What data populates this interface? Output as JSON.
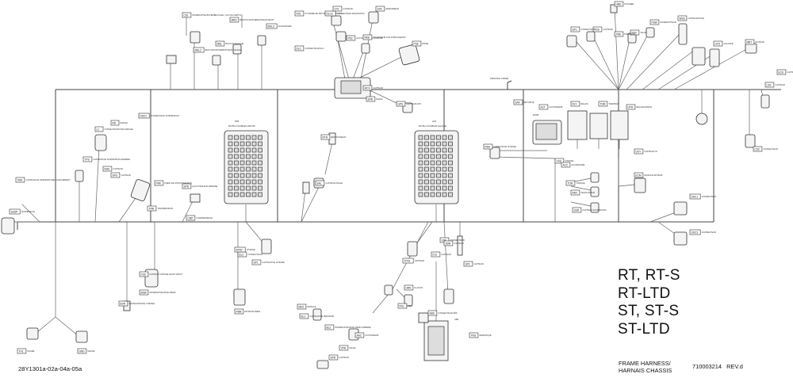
{
  "models": [
    "RT, RT-S",
    "RT-LTD",
    "ST, ST-S",
    "ST-LTD"
  ],
  "drawing_title_line1": "FRAME HARNESS/",
  "drawing_title_line2": "HARNAIS CHASSIS",
  "part_number": "710003214",
  "revision": "REV.d",
  "drawing_id": "28Y1301a-02a-04a-05a",
  "center_labels": {
    "rfb": "RFB",
    "lfb": "LFB",
    "ecm": "ECM6",
    "frame_box_right": "BOITE A FUSIBLES DROITE",
    "frame_box_left": "BOITE A FUSIBLES GAUCHE",
    "main_trunk": "PRINCIPAL FRAME",
    "chassis_note": "ABS"
  },
  "tags": [
    {
      "id": "CS1",
      "text": "INTERRUPTEUR D'EMBRAYAGE / CLUTCH SWITCH"
    },
    {
      "id": "MRD",
      "text": "BOUTON D'INTERRUPTEUR DROIT"
    },
    {
      "id": "MSL",
      "text": "BOUTON GAUCHE"
    },
    {
      "id": "MSL2",
      "text": "BOUTON D'INTERRUPTEUR GAUCHE"
    },
    {
      "id": "MSL3",
      "text": "ACCESSOIRE"
    },
    {
      "id": "PD1",
      "text": "SYSTEME DE PROTECTION ANTI-VOL"
    },
    {
      "id": "DLC3",
      "text": "CONNECTEUR DIAGNOSTIC"
    },
    {
      "id": "PD2",
      "text": "ACTIONNEUR DU COFFRE"
    },
    {
      "id": "DLC",
      "text": "CONNECTEUR DLC"
    },
    {
      "id": "RKE",
      "text": "RECEPTEUR CLE INTELLIGENTE"
    },
    {
      "id": "PS6",
      "text": "PRISE"
    },
    {
      "id": "GPS",
      "text": "CAPTEUR GPS"
    },
    {
      "id": "SPB",
      "text": "RADIO"
    },
    {
      "id": "RTR",
      "text": "RETROVISEUR"
    },
    {
      "id": "SAL",
      "text": "CAPTEUR ANGLE"
    },
    {
      "id": "SPD",
      "text": "HAUT-PARLEUR ARRIERE"
    },
    {
      "id": "PRK",
      "text": "FREIN DE STATIONNEMENT"
    },
    {
      "id": "LC",
      "text": "CONNECTEUR D'ECLAIRAGE"
    },
    {
      "id": "RD",
      "text": "RADAR"
    },
    {
      "id": "DSC2",
      "text": "CONNECTEUR SUSPENSION"
    },
    {
      "id": "TPS",
      "text": "CAPTEUR DE SUSPENSION ARRIERE"
    },
    {
      "id": "SPS",
      "text": "CAPTEUR"
    },
    {
      "id": "TMS",
      "text": "CAPTEUR DE TEMPERATURE D'AIR AMBIANT"
    },
    {
      "id": "SUSP",
      "text": "SUSPENSION"
    },
    {
      "id": "BSW",
      "text": "INTERRUPTEUR DE FREIN"
    },
    {
      "id": "BVR",
      "text": "CAPTEUR BOITE VITESSE"
    },
    {
      "id": "FSS",
      "text": "CAPTEUR VITESSE AVANT DROIT"
    },
    {
      "id": "TH1",
      "text": "PHARE"
    },
    {
      "id": "GND",
      "text": "MASSE"
    },
    {
      "id": "SP1",
      "text": "CAPTEUR DE VITESSE"
    },
    {
      "id": "PBM",
      "text": "MOTEUR FREIN"
    },
    {
      "id": "MD2",
      "text": "MODULE"
    },
    {
      "id": "BL1",
      "text": "CAPTEUR DE PRESSION"
    },
    {
      "id": "BL2",
      "text": "INTERRUPTEUR DE FREIN ARRIERE"
    },
    {
      "id": "VPN",
      "text": "VALVE"
    },
    {
      "id": "TPS1",
      "text": "CAPTEUR"
    },
    {
      "id": "HRN",
      "text": "KLAXON"
    },
    {
      "id": "FRL",
      "text": "FEU"
    },
    {
      "id": "ABS",
      "text": "CONNECTEUR ABS"
    },
    {
      "id": "SP2",
      "text": "CAPTEUR"
    },
    {
      "id": "TRG",
      "text": "REMORQUE"
    },
    {
      "id": "RSA",
      "text": "CAPTEUR DE VITESSE"
    },
    {
      "id": "SAF",
      "text": "SECURITE"
    },
    {
      "id": "ACT",
      "text": "ACTIONNEUR"
    },
    {
      "id": "RLY",
      "text": "RELAIS"
    },
    {
      "id": "TDM",
      "text": "TERMINAL"
    },
    {
      "id": "HTR",
      "text": "RECHAUFFEUR"
    },
    {
      "id": "OXY",
      "text": "CAPTEUR O2"
    },
    {
      "id": "VSS",
      "text": "VITESSE"
    },
    {
      "id": "ACC",
      "text": "ACCESSOIRE"
    },
    {
      "id": "TOR",
      "text": "TORQUE"
    },
    {
      "id": "FAN",
      "text": "VENTILATEUR"
    },
    {
      "id": "SSR",
      "text": "CAPTEUR SUSPENSION"
    },
    {
      "id": "ECM",
      "text": "MODULE MOTEUR"
    },
    {
      "id": "DSC1",
      "text": "CONNECTEUR"
    },
    {
      "id": "DSC3",
      "text": "CONNECTEUR"
    },
    {
      "id": "CSC",
      "text": "CONNECTEUR"
    },
    {
      "id": "ECS",
      "text": "CAPTEUR"
    },
    {
      "id": "LSS",
      "text": "CAPTEUR"
    },
    {
      "id": "MBT",
      "text": "MOTEUR"
    },
    {
      "id": "HTD",
      "text": "CHAUFFE"
    },
    {
      "id": "WSS",
      "text": "CAPTEUR ROUE"
    },
    {
      "id": "FSW",
      "text": "INTERRUPTEUR"
    },
    {
      "id": "BSV",
      "text": "VALVE"
    },
    {
      "id": "PRS",
      "text": "PRESSION"
    },
    {
      "id": "TSS",
      "text": "CAPTEUR"
    },
    {
      "id": "SPL",
      "text": "CONNECTEUR"
    },
    {
      "id": "HND",
      "text": "POIGNEE"
    },
    {
      "id": "LFS",
      "text": "CAPTEUR"
    },
    {
      "id": "STA",
      "text": "DEMARREUR"
    },
    {
      "id": "MCS",
      "text": "CAPTEUR"
    },
    {
      "id": "ELC",
      "text": "CONNECTEUR"
    },
    {
      "id": "ICS",
      "text": "CAPTEUR"
    },
    {
      "id": "LPR",
      "text": "CONNECTEUR"
    },
    {
      "id": "SDR",
      "text": "CAPTEUR"
    },
    {
      "id": "AAC",
      "text": "ACTIONNEUR"
    },
    {
      "id": "SPR",
      "text": "CAPTEUR"
    },
    {
      "id": "SPD2",
      "text": "VITESSE"
    },
    {
      "id": "RHS",
      "text": "CAPTEUR"
    },
    {
      "id": "TRN",
      "text": "TRANSMISSION"
    },
    {
      "id": "CMP",
      "text": "COMPRESSEUR"
    }
  ]
}
